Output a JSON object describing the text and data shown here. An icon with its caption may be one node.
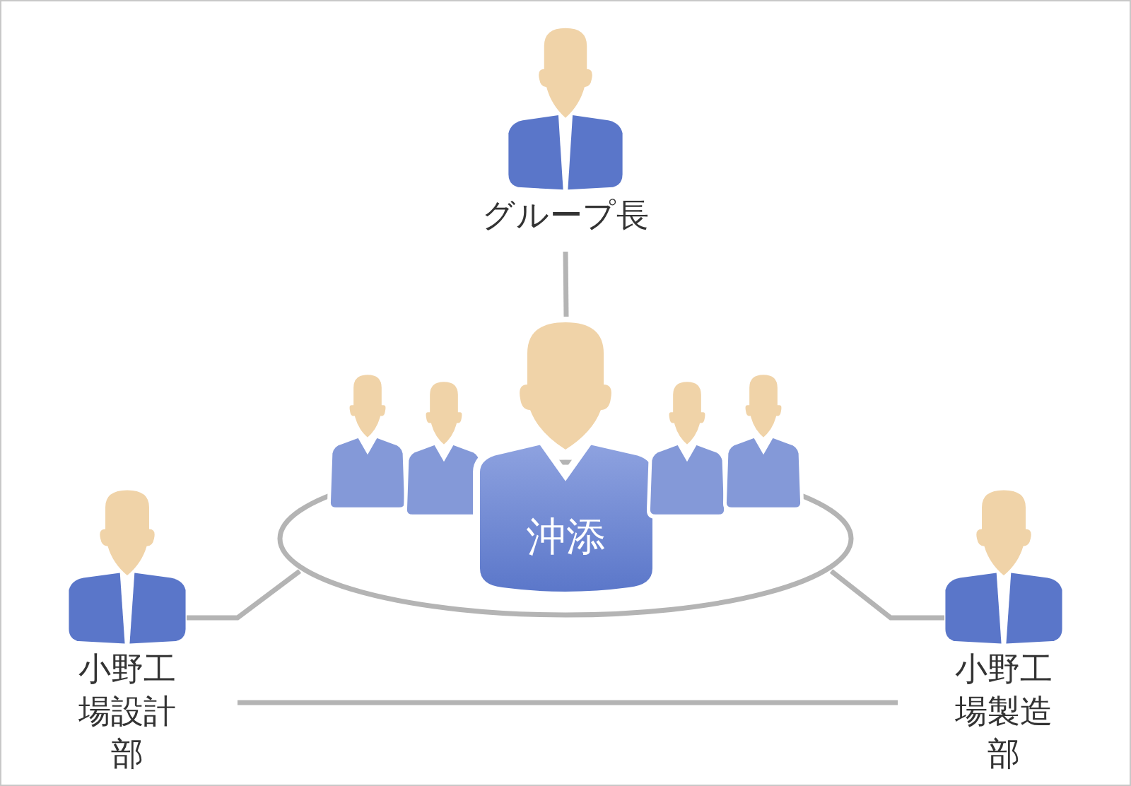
{
  "diagram": {
    "nodes": [
      {
        "text": [
          "グループ長"
        ]
      },
      {
        "text": [],
        "shape": "ellipse"
      },
      {
        "text": [],
        "shape": "person"
      },
      {
        "text": [],
        "shape": "person"
      },
      {
        "text": [
          "沖添"
        ]
      },
      {
        "text": [],
        "shape": "person"
      },
      {
        "text": [],
        "shape": "person"
      },
      {
        "text": [
          "小野工場設計部"
        ]
      },
      {
        "text": [
          "小野工場製造部"
        ]
      }
    ],
    "edges": [
      {
        "from": 0,
        "to": 4,
        "arrow": "none"
      },
      {
        "from": 7,
        "to": 1,
        "arrow": "none"
      },
      {
        "from": 1,
        "to": 8,
        "arrow": "none"
      },
      {
        "from": 7,
        "to": 8,
        "arrow": "none"
      }
    ]
  }
}
